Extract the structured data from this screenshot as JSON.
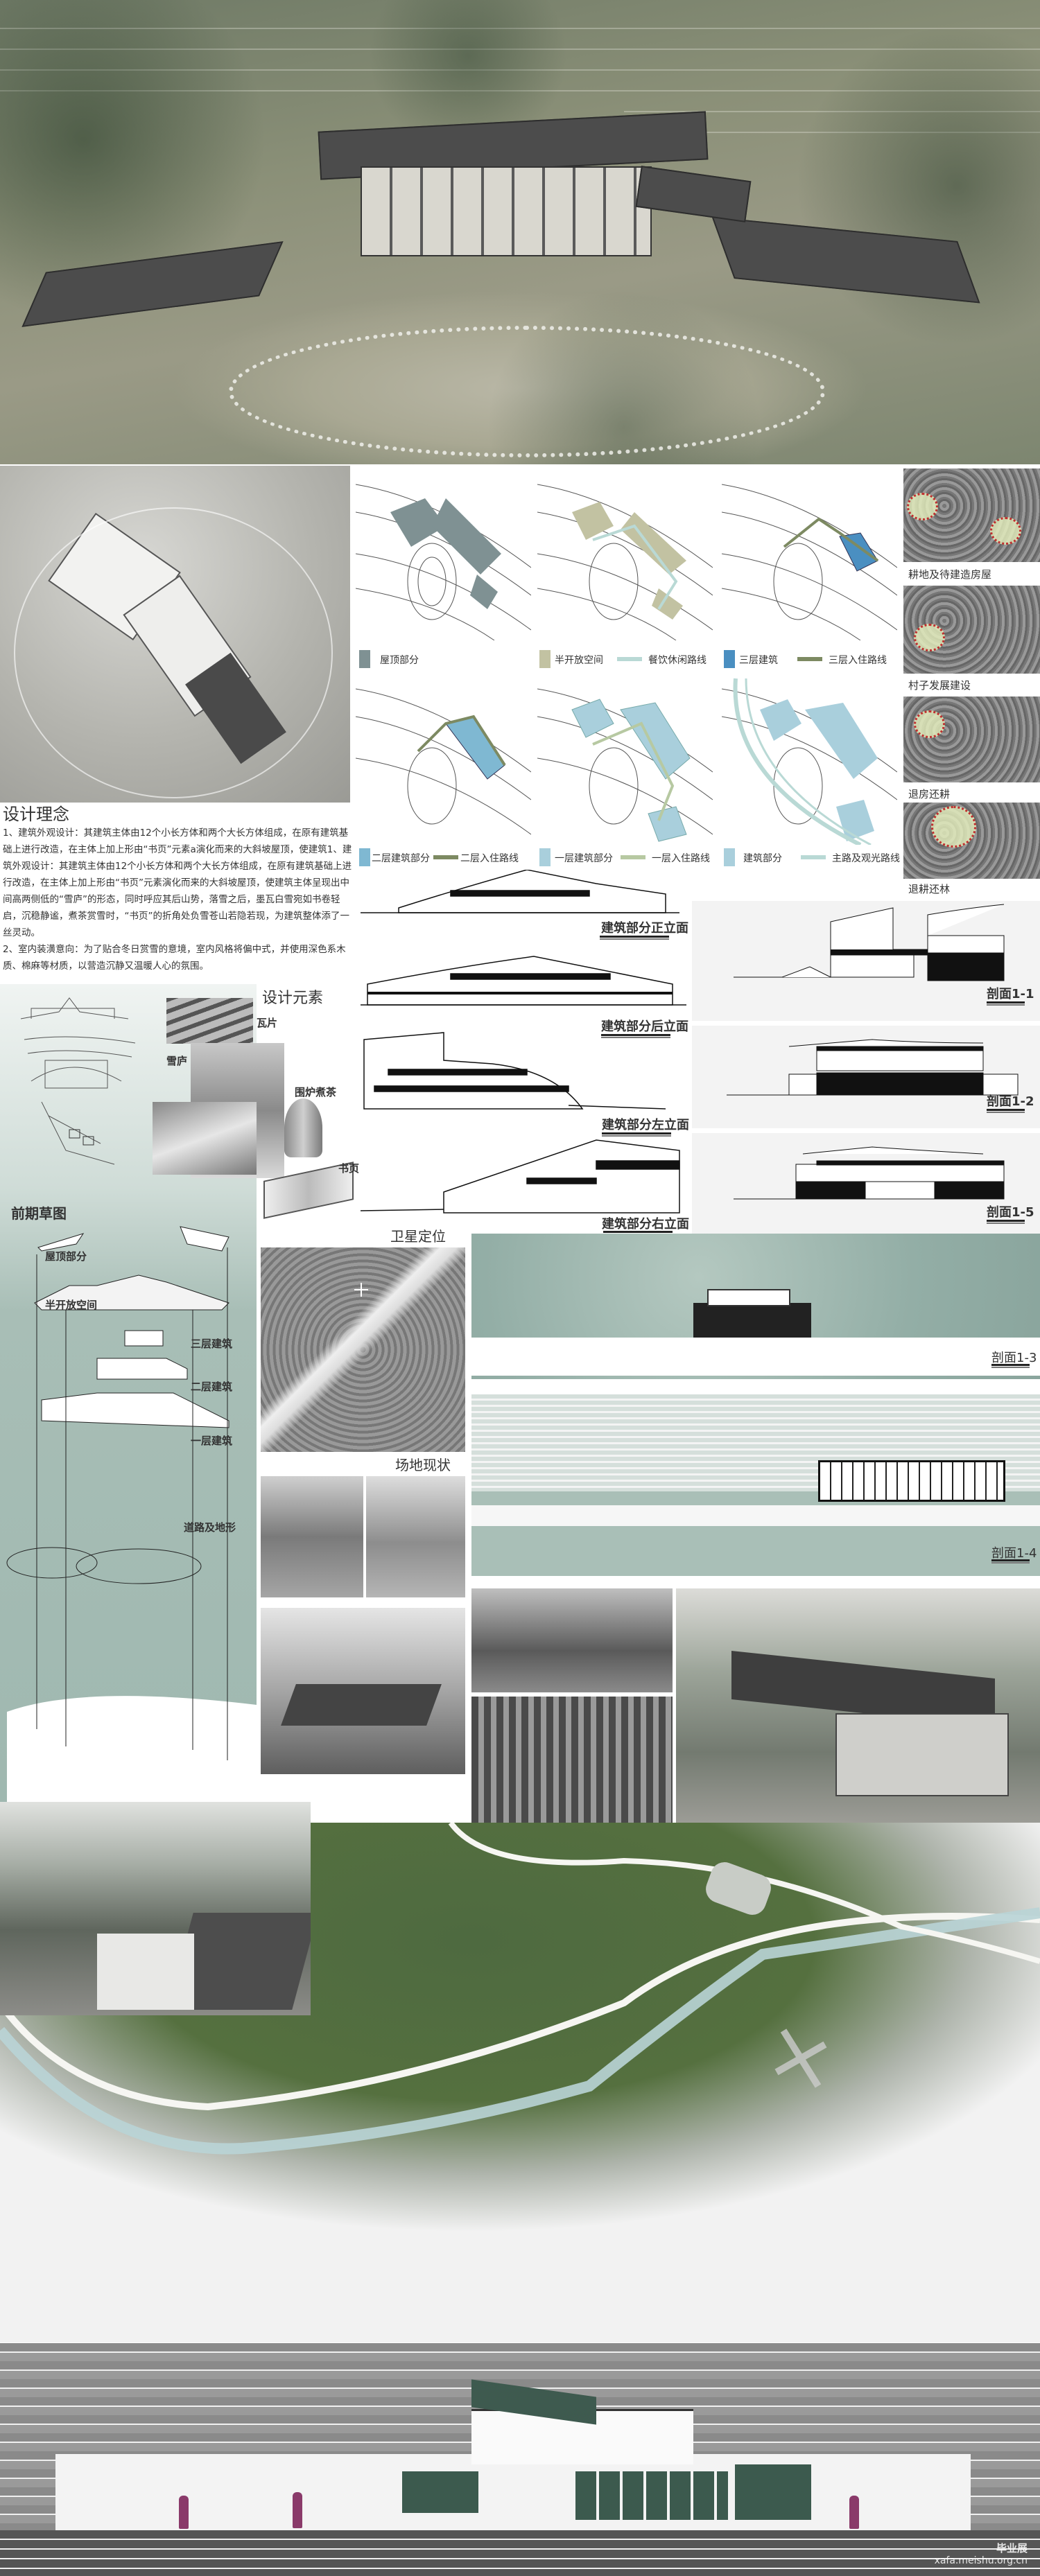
{
  "concept": {
    "title": "设计理念",
    "paragraph1": "1、建筑外观设计：其建筑主体由12个小长方体和两个大长方体组成，在原有建筑基础上进行改造，在主体上加上形由“书页”元素a演化而来的大斜坡屋顶，使建筑1、建筑外观设计：其建筑主体由12个小长方体和两个大长方体组成，在原有建筑基础上进行改造，在主体上加上形由“书页”元素演化而来的大斜坡屋顶，使建筑主体呈现出中间高两侧低的“雪庐”的形态，同时呼应其后山势，落雪之后，墨瓦白雪宛如书卷轻启，沉稳静谧，煮茶赏雪时，“书页”的折角处负雪苍山若隐若现，为建筑整体添了一丝灵动。",
    "paragraph2": "2、室内装潢意向：为了贴合冬日赏雪的意境，室内风格将偏中式，并使用深色系木质、棉麻等材质，以营造沉静又温暖人心的氛围。"
  },
  "plans": {
    "legends": [
      {
        "items": [
          {
            "swatch": "#7f9193",
            "label": "屋顶部分"
          }
        ]
      },
      {
        "items": [
          {
            "swatch": "#c2c2a2",
            "label": "半开放空间"
          },
          {
            "line": "#b9d9d5",
            "label": "餐饮休闲路线"
          }
        ]
      },
      {
        "items": [
          {
            "swatch": "#4a8fc1",
            "label": "三层建筑"
          },
          {
            "line": "#7d8a62",
            "label": "三层入住路线"
          }
        ]
      },
      {
        "items": [
          {
            "swatch": "#7fb8d2",
            "label": "二层建筑部分"
          },
          {
            "line": "#7d8a62",
            "label": "二层入住路线"
          }
        ]
      },
      {
        "items": [
          {
            "swatch": "#a9cfdc",
            "label": "一层建筑部分"
          },
          {
            "line": "#b7c9a2",
            "label": "一层入住路线"
          }
        ]
      },
      {
        "items": [
          {
            "swatch": "#a9cfdc",
            "label": "建筑部分"
          },
          {
            "line": "#b9d9d5",
            "label": "主路及观光路线"
          }
        ]
      }
    ]
  },
  "site_history": [
    "耕地及待建造房屋",
    "村子发展建设",
    "退房还耕",
    "退耕还林"
  ],
  "elevations": [
    "建筑部分正立面",
    "建筑部分后立面",
    "建筑部分左立面",
    "建筑部分右立面"
  ],
  "sections": [
    "剖面1-1",
    "剖面1-2",
    "剖面1-5",
    "剖面1-3",
    "剖面1-4"
  ],
  "design_elements": {
    "title": "设计元素",
    "items": [
      "瓦片",
      "雪庐",
      "围炉煮茶",
      "书页"
    ]
  },
  "sketch": {
    "title": "前期草图"
  },
  "axon": {
    "layers": [
      "屋顶部分",
      "半开放空间",
      "三层建筑",
      "二层建筑",
      "一层建筑",
      "道路及地形"
    ]
  },
  "site": {
    "satellite_title": "卫星定位",
    "status_title": "场地现状"
  },
  "watermark": {
    "text": "毕业展",
    "url": "xafa.meishu.org.cn"
  },
  "colors": {
    "axon_green": "#9fb8b0",
    "figure_purple": "#8a3a6a",
    "circle_border": "#c03030"
  }
}
